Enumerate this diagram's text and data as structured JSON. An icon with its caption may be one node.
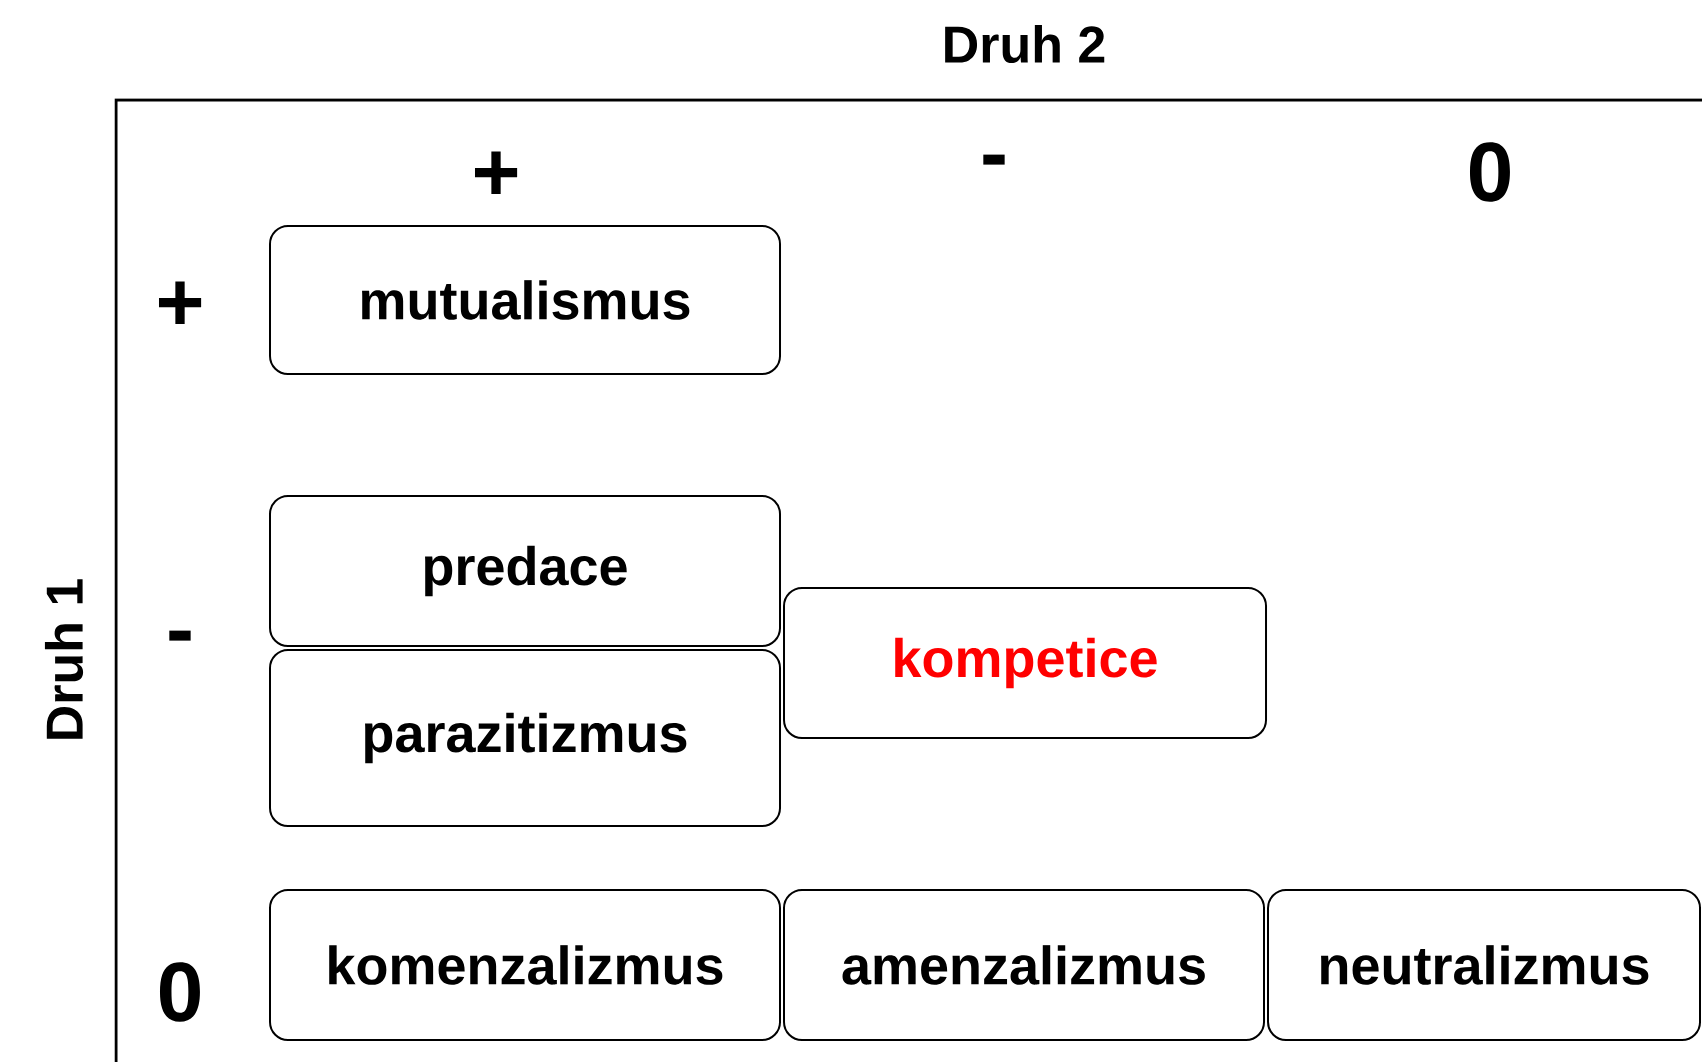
{
  "diagram": {
    "nodes": [
      {
        "text": [
          "mutualismus"
        ]
      },
      {
        "text": [
          "predace"
        ]
      },
      {
        "text": [
          "parazitizmus"
        ]
      },
      {
        "text": [
          "kompetice"
        ]
      },
      {
        "text": [
          "komenzalizmus"
        ]
      },
      {
        "text": [
          "amenzalizmus"
        ]
      },
      {
        "text": [
          "neutralizmus"
        ]
      }
    ],
    "labels": [
      "Druh 2",
      "+",
      "-",
      "0",
      "+",
      "Druh 1",
      "-",
      "0"
    ]
  }
}
